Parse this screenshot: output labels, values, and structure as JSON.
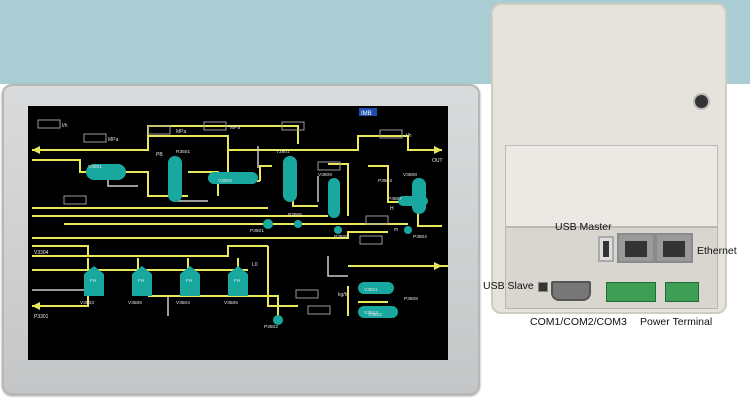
{
  "colors": {
    "screen_bg": "#000000",
    "pipe_main": "#ffff66",
    "vessel": "#20a0a0",
    "label": "#3fe06a"
  },
  "hmi": {
    "unit_labels": [
      "t/h",
      "MPa",
      "MPa",
      "MPa",
      "t/h",
      "m",
      "kg/h"
    ],
    "title_badge": "IMB",
    "equipment_labels": [
      "V3501",
      "V3502",
      "T3501",
      "R3501",
      "V3509",
      "V3508",
      "V3503",
      "V3505",
      "V3504",
      "V3506",
      "V3512",
      "V3510",
      "V3511",
      "P3501",
      "P3502",
      "P3503",
      "P3504",
      "P3505",
      "P3506",
      "P3507",
      "P3508"
    ],
    "tank_label": "FH",
    "stream_labels": {
      "in_left": "V3304",
      "out_left": "P3301",
      "out_right": "OUT",
      "pb": "PB",
      "l0": "L0",
      "h": "H"
    }
  },
  "controller": {
    "ports": {
      "usb_master": "USB Master",
      "ethernet": "Ethernet",
      "usb_slave": "USB Slave",
      "com": "COM1/COM2/COM3",
      "power": "Power Terminal"
    }
  }
}
